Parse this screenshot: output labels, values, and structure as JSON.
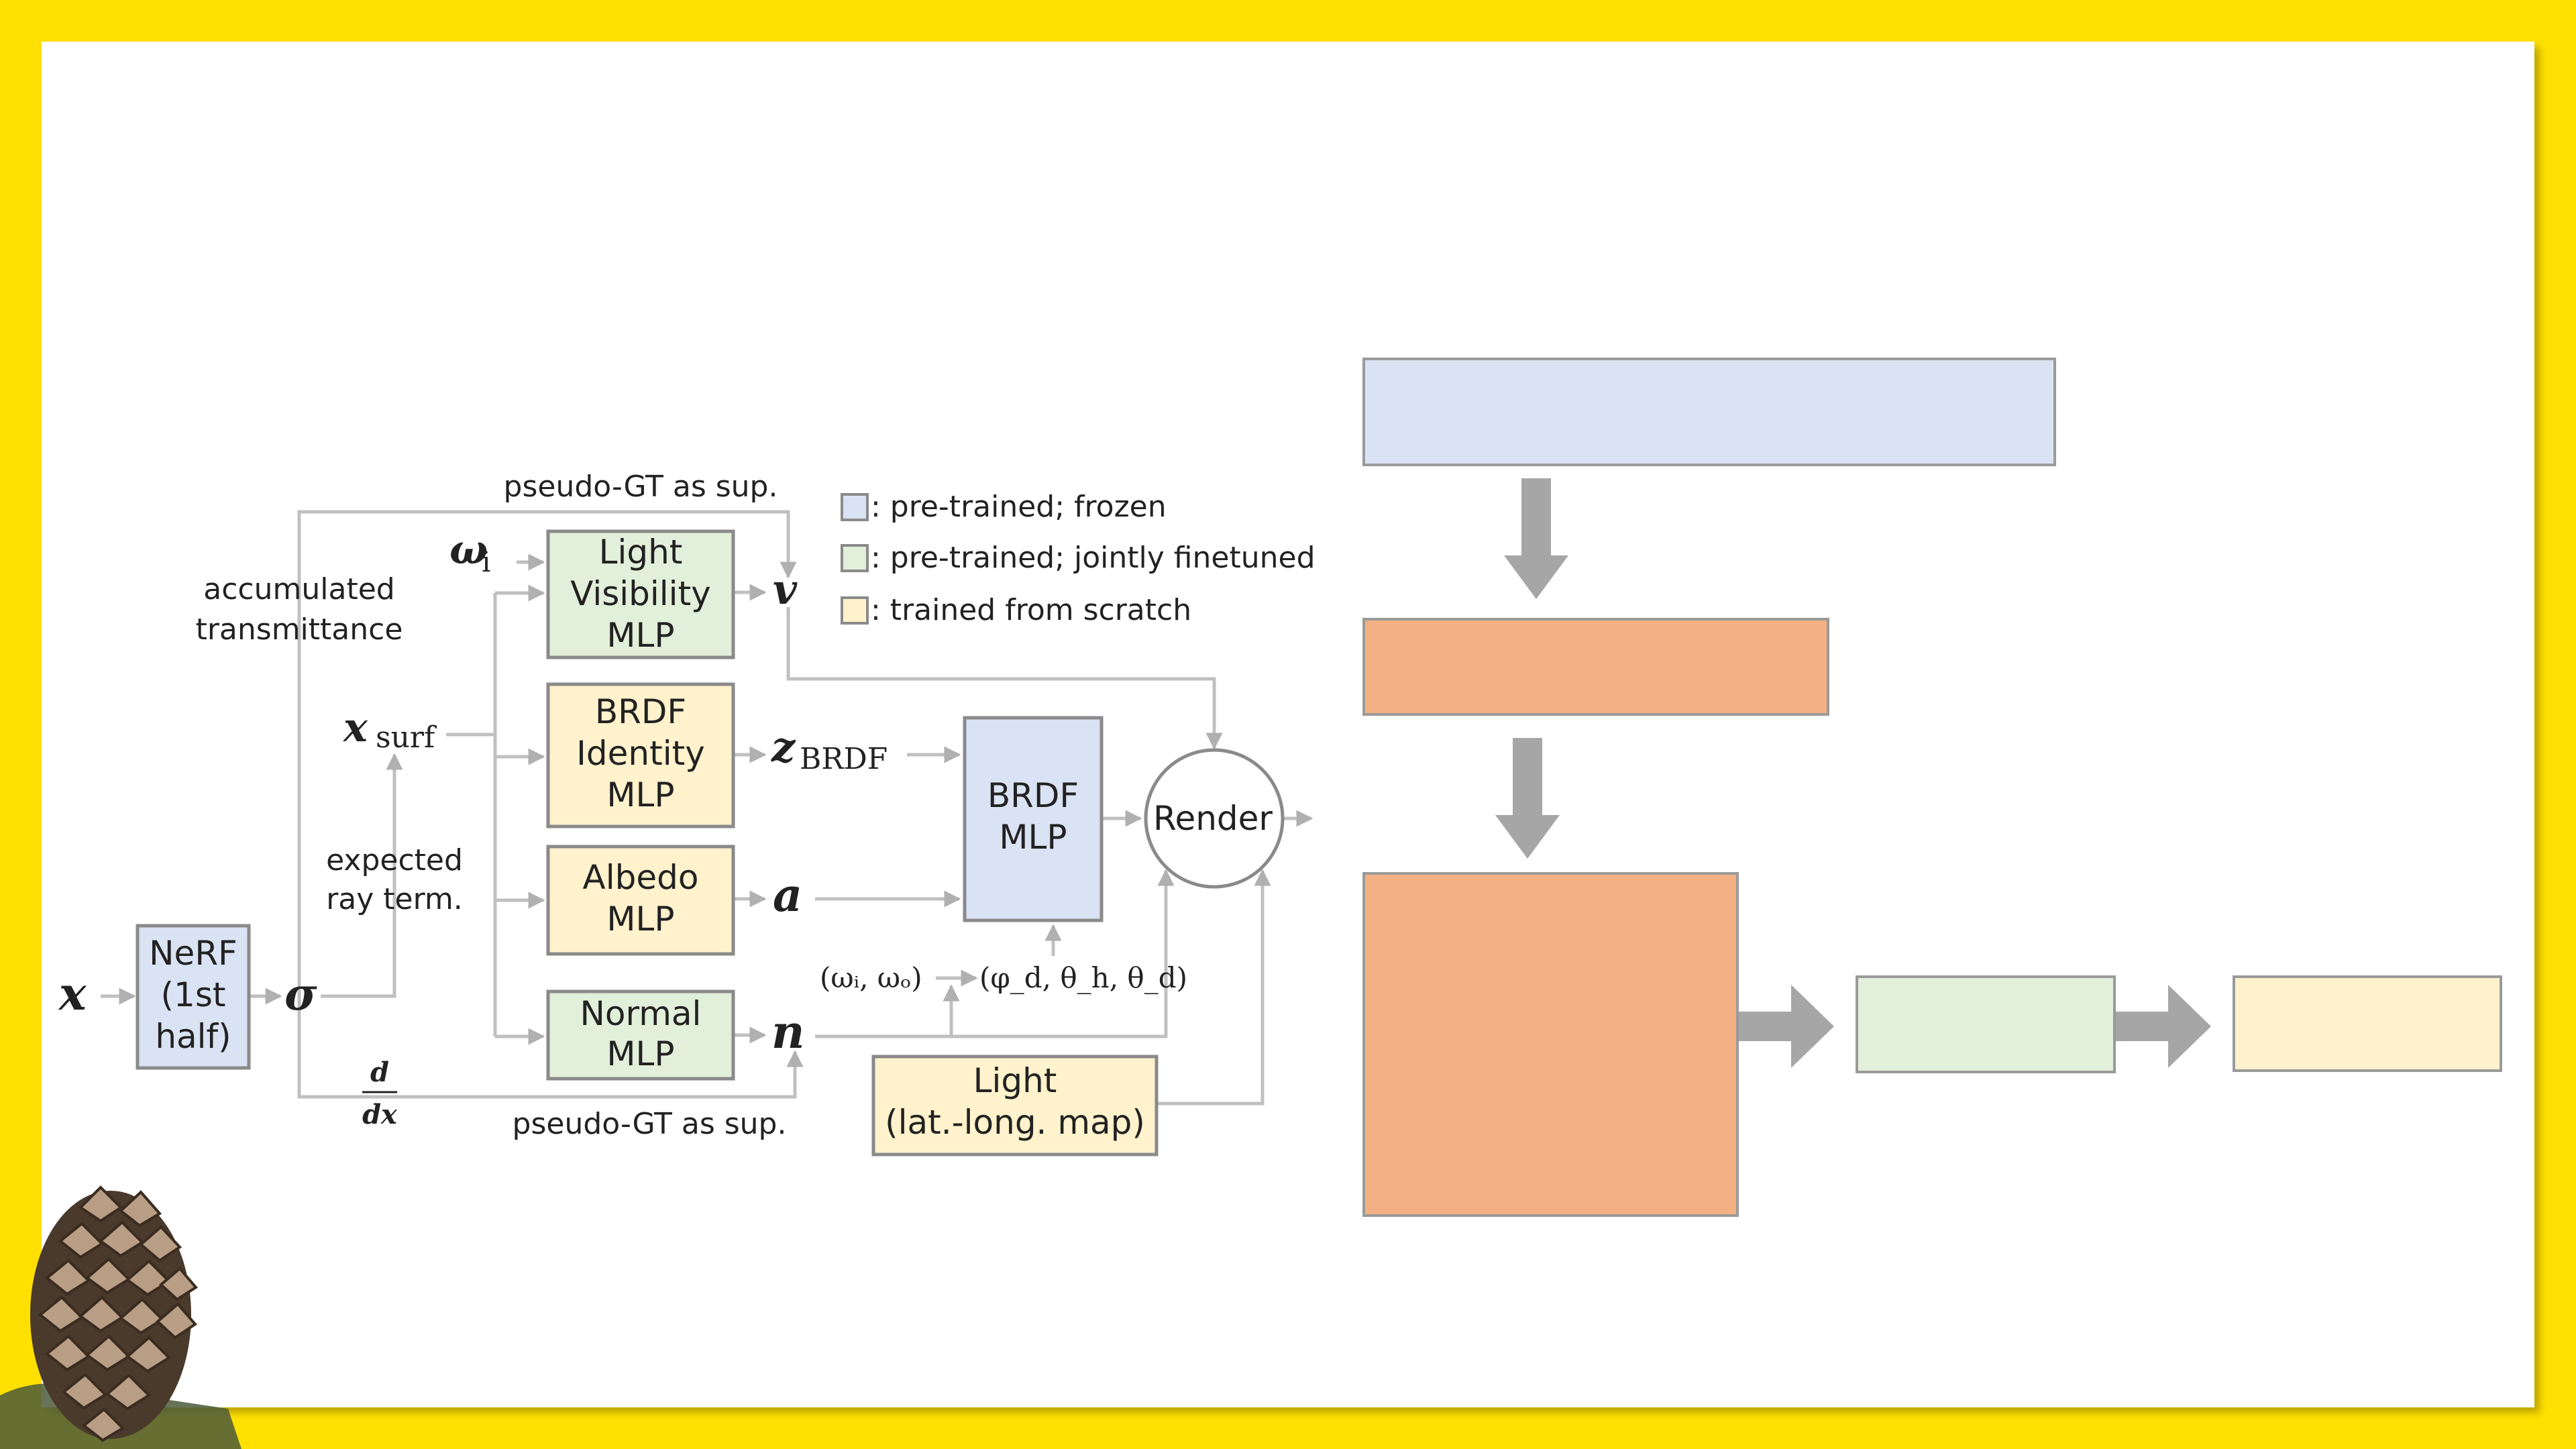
{
  "colors": {
    "border": "#FFE000",
    "frozen": "#DAE3F3",
    "finetuned": "#E2EFDA",
    "scratch": "#FFF2CC",
    "orange": "#F3B183",
    "arrow": "#A6A6A6"
  },
  "legend": [
    {
      "swatch": "frozen",
      "text": ": pre-trained; frozen"
    },
    {
      "swatch": "finetuned",
      "text": ": pre-trained; jointly finetuned"
    },
    {
      "swatch": "scratch",
      "text": ": trained from scratch"
    }
  ],
  "diagram": {
    "nerf": [
      "NeRF",
      "(1st",
      "half)"
    ],
    "light_visibility": [
      "Light",
      "Visibility",
      "MLP"
    ],
    "brdf_identity": [
      "BRDF",
      "Identity",
      "MLP"
    ],
    "albedo": [
      "Albedo",
      "MLP"
    ],
    "normal": [
      "Normal",
      "MLP"
    ],
    "brdf_mlp": [
      "BRDF",
      "MLP"
    ],
    "render": "Render",
    "light": [
      "Light",
      "(lat.-long. map)"
    ],
    "pseudo_gt_top": "pseudo-GT as sup.",
    "pseudo_gt_bottom": "pseudo-GT as sup.",
    "accumulated": [
      "accumulated",
      "transmittance"
    ],
    "expected": [
      "expected",
      "ray term."
    ],
    "x": "x",
    "sigma": "σ",
    "x_surf": "x",
    "x_surf_sub": "surf",
    "omega_i": "ω",
    "omega_i_sub": "i",
    "v": "v",
    "z_brdf": "z",
    "z_brdf_sub": "BRDF",
    "a": "a",
    "n": "n",
    "omega_pair": "(ωᵢ, ωₒ)",
    "phi_theta": "(φ_d, θ_h, θ_d)",
    "deriv_num": "d",
    "deriv_den": "dx"
  },
  "flowchart": {
    "icon": "pinecone-image"
  }
}
